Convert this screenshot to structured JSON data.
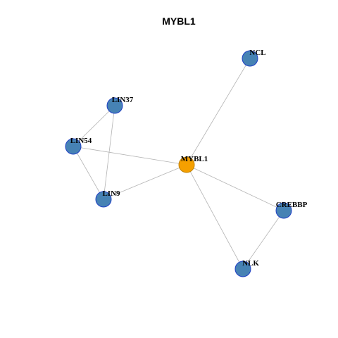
{
  "title": "MYBL1",
  "colors": {
    "hub_fill": "#F5A000",
    "hub_stroke": "#C08000",
    "node_fill": "#4682B4",
    "node_stroke": "#1F3FC4",
    "edge": "#B3B3B3"
  },
  "nodes": [
    {
      "id": "MYBL1",
      "label": "MYBL1",
      "type": "hub"
    },
    {
      "id": "NCL",
      "label": "NCL",
      "type": "partner"
    },
    {
      "id": "LIN37",
      "label": "LIN37",
      "type": "partner"
    },
    {
      "id": "LIN54",
      "label": "LIN54",
      "type": "partner"
    },
    {
      "id": "LIN9",
      "label": "LIN9",
      "type": "partner"
    },
    {
      "id": "CREBBP",
      "label": "CREBBP",
      "type": "partner"
    },
    {
      "id": "NLK",
      "label": "NLK",
      "type": "partner"
    }
  ],
  "edges": [
    {
      "source": "MYBL1",
      "target": "NCL"
    },
    {
      "source": "MYBL1",
      "target": "LIN54"
    },
    {
      "source": "MYBL1",
      "target": "LIN9"
    },
    {
      "source": "MYBL1",
      "target": "CREBBP"
    },
    {
      "source": "MYBL1",
      "target": "NLK"
    },
    {
      "source": "LIN37",
      "target": "LIN54"
    },
    {
      "source": "LIN37",
      "target": "LIN9"
    },
    {
      "source": "LIN54",
      "target": "LIN9"
    },
    {
      "source": "CREBBP",
      "target": "NLK"
    }
  ]
}
